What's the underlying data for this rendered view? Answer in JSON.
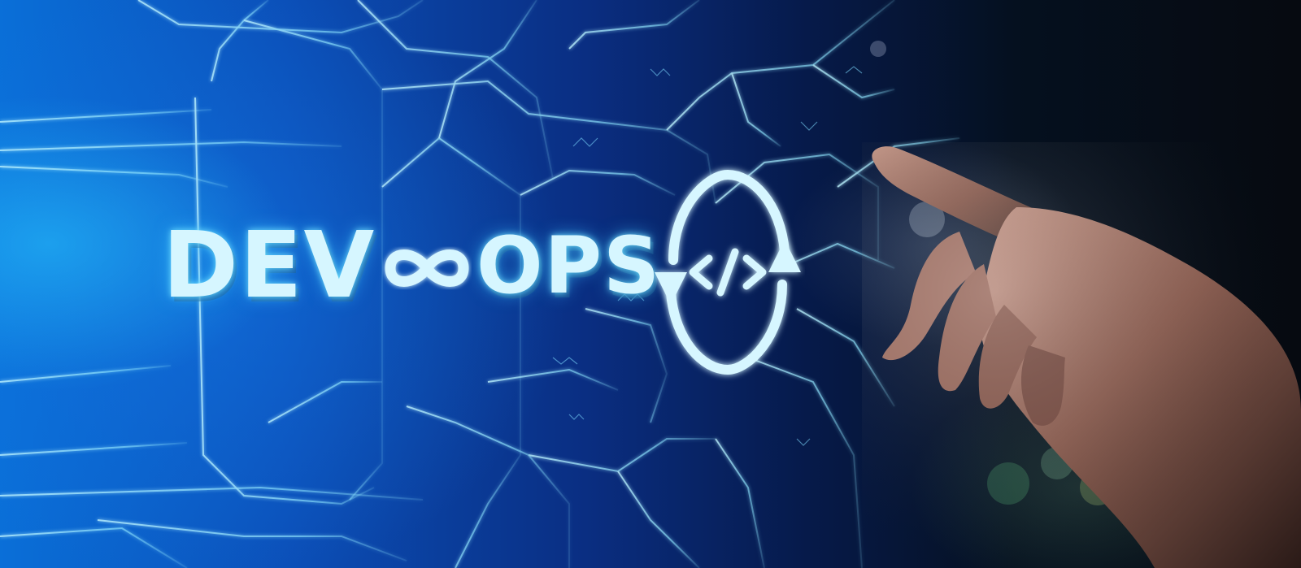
{
  "scene": {
    "wordmark": {
      "left": "DEV",
      "right": "OPS"
    },
    "icons": [
      "infinity-icon",
      "code-cycle-icon",
      "pointing-hand"
    ],
    "colors": {
      "glow": "#d6f6ff",
      "accent_cyan": "#6ee6ff",
      "background_blue": "#0b4fb8",
      "background_dark": "#060a10"
    }
  }
}
